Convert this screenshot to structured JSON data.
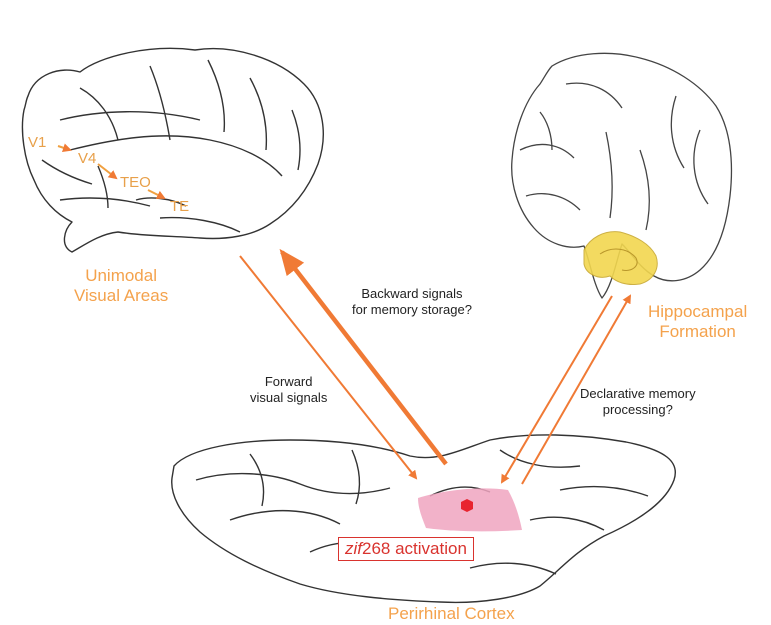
{
  "regions": {
    "unimodal_visual_areas": [
      "Unimodal",
      "Visual Areas"
    ],
    "hippocampal_formation": [
      "Hippocampal",
      "Formation"
    ],
    "perirhinal_cortex": "Perirhinal Cortex"
  },
  "visual_areas": {
    "v1": "V1",
    "v4": "V4",
    "teo": "TEO",
    "te": "TE"
  },
  "pathways": {
    "forward": [
      "Forward",
      "visual signals"
    ],
    "backward": [
      "Backward signals",
      "for memory storage?"
    ],
    "declarative": [
      "Declarative memory",
      "processing?"
    ]
  },
  "activation": {
    "gene_italic": "zif",
    "gene_number": "268",
    "suffix": " activation"
  },
  "colors": {
    "arrow": "#f07a35",
    "label_orange": "#f4a24c",
    "activation_pink": "#f0a4c0",
    "activation_dot": "#e8242f",
    "hippocampus_yellow": "#f2d74f"
  }
}
